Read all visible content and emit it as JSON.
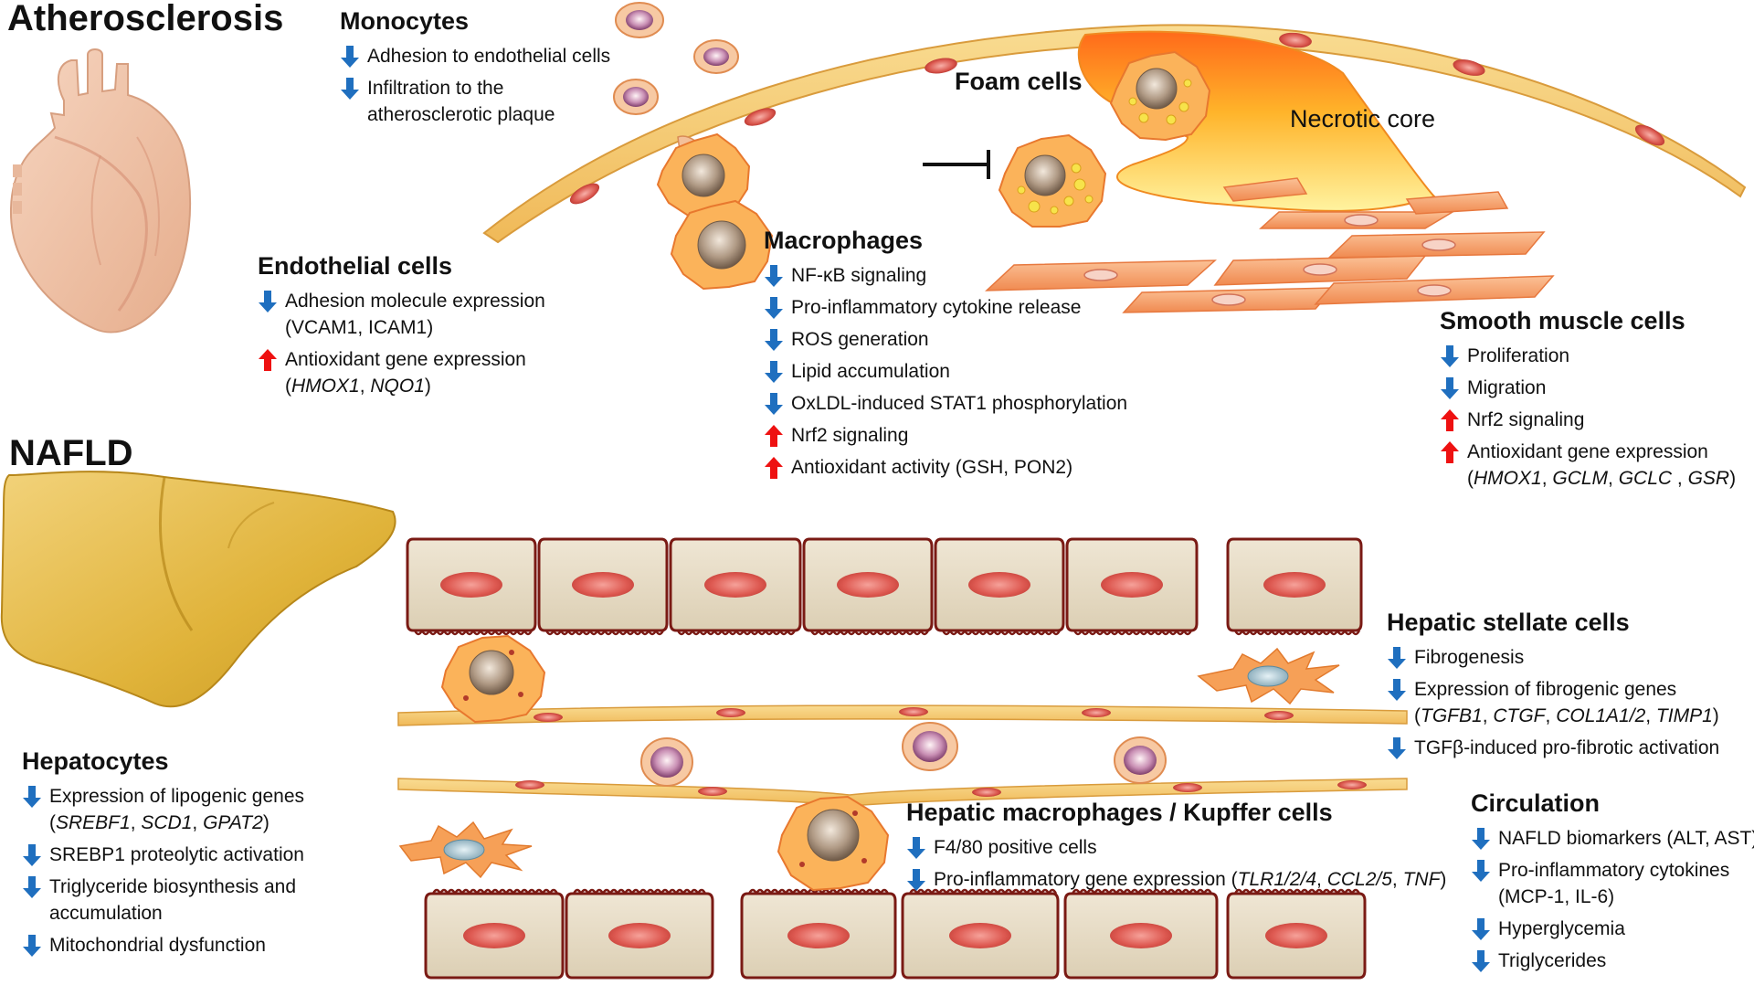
{
  "sections": {
    "atherosclerosis": "Atherosclerosis",
    "nafld": "NAFLD"
  },
  "diagram_labels": {
    "foam_cells": "Foam cells",
    "necrotic_core": "Necrotic core"
  },
  "colors": {
    "down_arrow": "#1f6fbf",
    "up_arrow": "#ee1111",
    "endothelium": "#f4c86a",
    "macrophage": "#f7a44a",
    "monocyte_nucleus": "#a1668f",
    "hepatocyte": "#e7dcc7",
    "hepatocyte_border": "#7a1a14",
    "liver": "#e3b843",
    "necrotic_core": "#f8d830"
  },
  "panels": {
    "monocytes": {
      "title": "Monocytes",
      "items": [
        {
          "dir": "down",
          "lines": [
            "Adhesion to endothelial cells"
          ]
        },
        {
          "dir": "down",
          "lines": [
            "Infiltration to the",
            "atherosclerotic plaque"
          ]
        }
      ]
    },
    "endothelial": {
      "title": "Endothelial cells",
      "items": [
        {
          "dir": "down",
          "lines": [
            "Adhesion molecule expression",
            "(VCAM1, ICAM1)"
          ]
        },
        {
          "dir": "up",
          "lines": [
            "Antioxidant gene expression",
            "(HMOX1, NQO1)"
          ]
        }
      ]
    },
    "macrophages": {
      "title": "Macrophages",
      "items": [
        {
          "dir": "down",
          "lines": [
            "NF-κB signaling"
          ]
        },
        {
          "dir": "down",
          "lines": [
            "Pro-inflammatory cytokine release"
          ]
        },
        {
          "dir": "down",
          "lines": [
            "ROS generation"
          ]
        },
        {
          "dir": "down",
          "lines": [
            "Lipid accumulation"
          ]
        },
        {
          "dir": "down",
          "lines": [
            "OxLDL-induced STAT1 phosphorylation"
          ]
        },
        {
          "dir": "up",
          "lines": [
            "Nrf2 signaling"
          ]
        },
        {
          "dir": "up",
          "lines": [
            "Antioxidant activity (GSH, PON2)"
          ]
        }
      ]
    },
    "smooth_muscle": {
      "title": "Smooth muscle cells",
      "items": [
        {
          "dir": "down",
          "lines": [
            "Proliferation"
          ]
        },
        {
          "dir": "down",
          "lines": [
            "Migration"
          ]
        },
        {
          "dir": "up",
          "lines": [
            "Nrf2 signaling"
          ]
        },
        {
          "dir": "up",
          "lines": [
            "Antioxidant gene expression",
            "(HMOX1,  GCLM, GCLC , GSR)"
          ]
        }
      ]
    },
    "stellate": {
      "title": "Hepatic stellate cells",
      "items": [
        {
          "dir": "down",
          "lines": [
            "Fibrogenesis"
          ]
        },
        {
          "dir": "down",
          "lines": [
            "Expression of fibrogenic genes",
            "(TGFB1, CTGF, COL1A1/2, TIMP1)"
          ]
        },
        {
          "dir": "down",
          "lines": [
            "TGFβ-induced pro-fibrotic activation"
          ]
        }
      ]
    },
    "hepatocytes": {
      "title": "Hepatocytes",
      "items": [
        {
          "dir": "down",
          "lines": [
            "Expression of lipogenic genes",
            "(SREBF1, SCD1, GPAT2)"
          ]
        },
        {
          "dir": "down",
          "lines": [
            "SREBP1 proteolytic activation"
          ]
        },
        {
          "dir": "down",
          "lines": [
            "Triglyceride biosynthesis and",
            "accumulation"
          ]
        },
        {
          "dir": "down",
          "lines": [
            "Mitochondrial dysfunction"
          ]
        }
      ]
    },
    "kupffer": {
      "title": "Hepatic macrophages / Kupffer cells",
      "items": [
        {
          "dir": "down",
          "lines": [
            "F4/80 positive cells"
          ]
        },
        {
          "dir": "down",
          "lines": [
            "Pro-inflammatory gene expression (TLR1/2/4, CCL2/5, TNF)"
          ]
        }
      ]
    },
    "circulation": {
      "title": "Circulation",
      "items": [
        {
          "dir": "down",
          "lines": [
            "NAFLD biomarkers (ALT, AST)"
          ]
        },
        {
          "dir": "down",
          "lines": [
            "Pro-inflammatory cytokines",
            "(MCP-1, IL-6)"
          ]
        },
        {
          "dir": "down",
          "lines": [
            "Hyperglycemia"
          ]
        },
        {
          "dir": "down",
          "lines": [
            "Triglycerides"
          ]
        }
      ]
    }
  }
}
